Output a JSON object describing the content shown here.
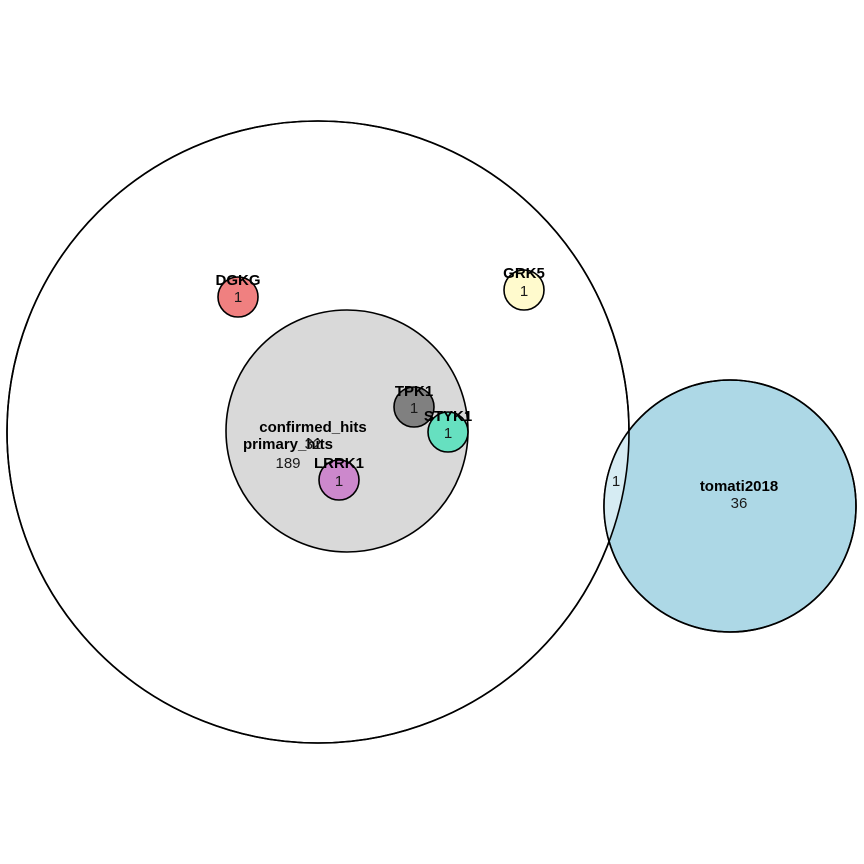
{
  "sets": {
    "primary_hits": {
      "name": "primary_hits",
      "count": "189",
      "color": "#ffffff"
    },
    "confirmed_hits": {
      "name": "confirmed_hits",
      "count": "32",
      "color": "#d9d9d9"
    },
    "tomati2018": {
      "name": "tomati2018",
      "count": "36",
      "color": "#add8e6"
    },
    "DGKG": {
      "name": "DGKG",
      "count": "1",
      "color": "#f08080"
    },
    "GRK5": {
      "name": "GRK5",
      "count": "1",
      "color": "#fffacd"
    },
    "TPK1": {
      "name": "TPK1",
      "count": "1",
      "color": "#808080"
    },
    "STYK1": {
      "name": "STYK1",
      "count": "1",
      "color": "#66e0c0"
    },
    "LRRK1": {
      "name": "LRRK1",
      "count": "1",
      "color": "#cc88cc"
    }
  },
  "overlap_primary_tomati": {
    "count": "1"
  }
}
